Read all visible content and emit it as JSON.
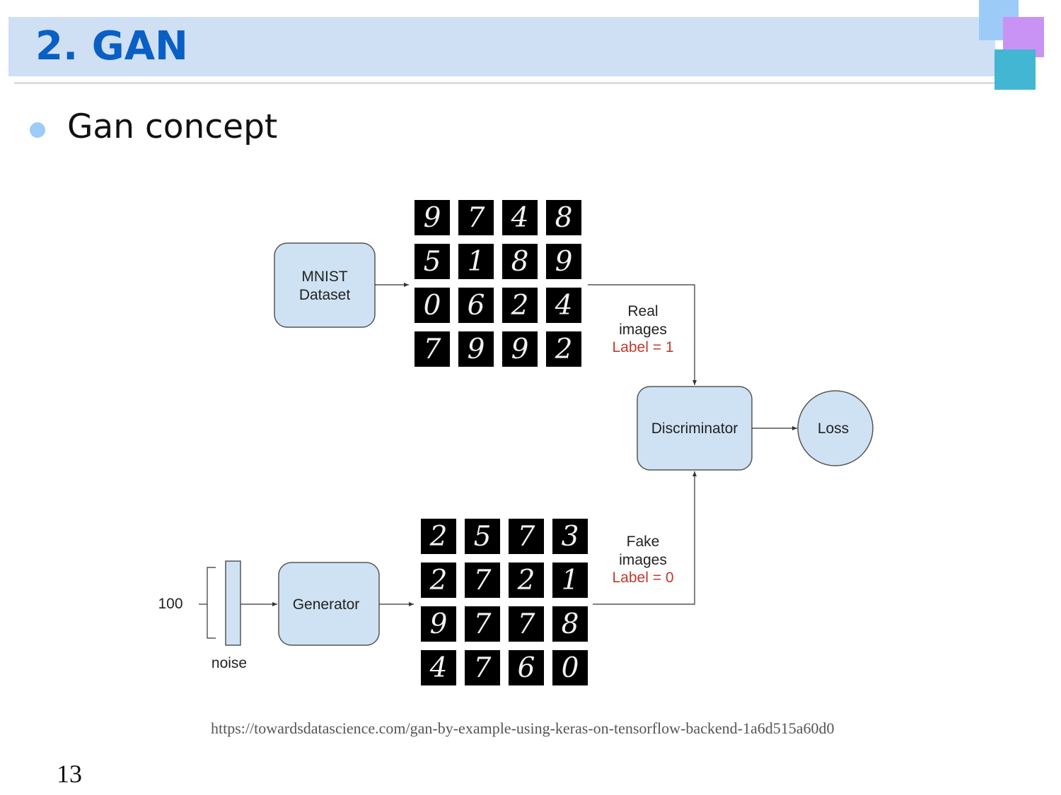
{
  "slide": {
    "title": "2. GAN",
    "bullet": "Gan concept",
    "source_url": "https://towardsdatascience.com/gan-by-example-using-keras-on-tensorflow-backend-1a6d515a60d0",
    "page_number": "13"
  },
  "diagram": {
    "mnist_line1": "MNIST",
    "mnist_line2": "Dataset",
    "real_line1": "Real",
    "real_line2": "images",
    "real_label": "Label = 1",
    "fake_line1": "Fake",
    "fake_line2": "images",
    "fake_label": "Label = 0",
    "discriminator": "Discriminator",
    "loss": "Loss",
    "generator": "Generator",
    "noise_dim": "100",
    "noise": "noise",
    "real_digits": [
      "9",
      "7",
      "4",
      "8",
      "5",
      "1",
      "8",
      "9",
      "0",
      "6",
      "2",
      "4",
      "7",
      "9",
      "9",
      "2"
    ],
    "fake_digits": [
      "2",
      "5",
      "7",
      "3",
      "2",
      "7",
      "2",
      "1",
      "9",
      "7",
      "7",
      "8",
      "4",
      "7",
      "6",
      "0"
    ]
  },
  "colors": {
    "title_text": "#0a5fc4",
    "title_band": "#cfe0f5",
    "box_fill": "#cfe2f3",
    "label_red": "#c0392b"
  }
}
